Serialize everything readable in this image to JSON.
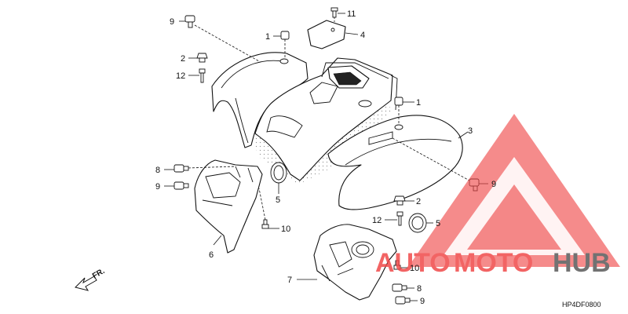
{
  "diagram": {
    "code": "HP4DF0800",
    "front_label": "FR.",
    "callouts": [
      {
        "id": "c9a",
        "text": "9"
      },
      {
        "id": "c2a",
        "text": "2"
      },
      {
        "id": "c12a",
        "text": "12"
      },
      {
        "id": "c1a",
        "text": "1"
      },
      {
        "id": "c11",
        "text": "11"
      },
      {
        "id": "c4",
        "text": "4"
      },
      {
        "id": "c1b",
        "text": "1"
      },
      {
        "id": "c3",
        "text": "3"
      },
      {
        "id": "c9b",
        "text": "9"
      },
      {
        "id": "c8a",
        "text": "8"
      },
      {
        "id": "c9c",
        "text": "9"
      },
      {
        "id": "c5a",
        "text": "5"
      },
      {
        "id": "c10a",
        "text": "10"
      },
      {
        "id": "c6",
        "text": "6"
      },
      {
        "id": "c2b",
        "text": "2"
      },
      {
        "id": "c12b",
        "text": "12"
      },
      {
        "id": "c5b",
        "text": "5"
      },
      {
        "id": "c10b",
        "text": "10"
      },
      {
        "id": "c7",
        "text": "7"
      },
      {
        "id": "c8b",
        "text": "8"
      },
      {
        "id": "c9d",
        "text": "9"
      }
    ]
  },
  "watermark": {
    "brand_auto": "AUTO",
    "brand_moto": "MOTO",
    "brand_hub": "HUB",
    "colors": {
      "primary": "#f0494a",
      "hub": "#5a5a5a",
      "triangle": "#f04a4a"
    }
  }
}
